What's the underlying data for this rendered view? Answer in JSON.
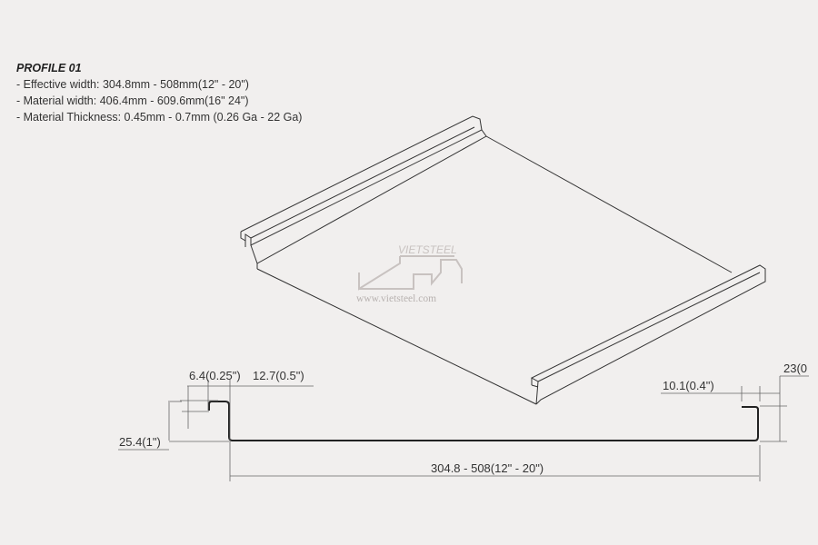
{
  "profile": {
    "title": "PROFILE 01",
    "specs": [
      "- Effective width: 304.8mm - 508mm(12\" -  20\")",
      "- Material width: 406.4mm - 609.6mm(16\"     24\")",
      "- Material Thickness: 0.45mm - 0.7mm (0.26 Ga - 22 Ga)"
    ]
  },
  "watermark": {
    "brand": "VIETSTEEL",
    "url": "www.vietsteel.com"
  },
  "dimensions": {
    "hem": "6.4(0.25\")",
    "flange_top": "12.7(0.5\")",
    "height": "25.4(1\")",
    "width": "304.8 - 508(12\" - 20\")",
    "right_return": "10.1(0.4\")",
    "right_height": "23(0"
  },
  "colors": {
    "line": "#333333",
    "watermark": "#c8c2c0"
  }
}
